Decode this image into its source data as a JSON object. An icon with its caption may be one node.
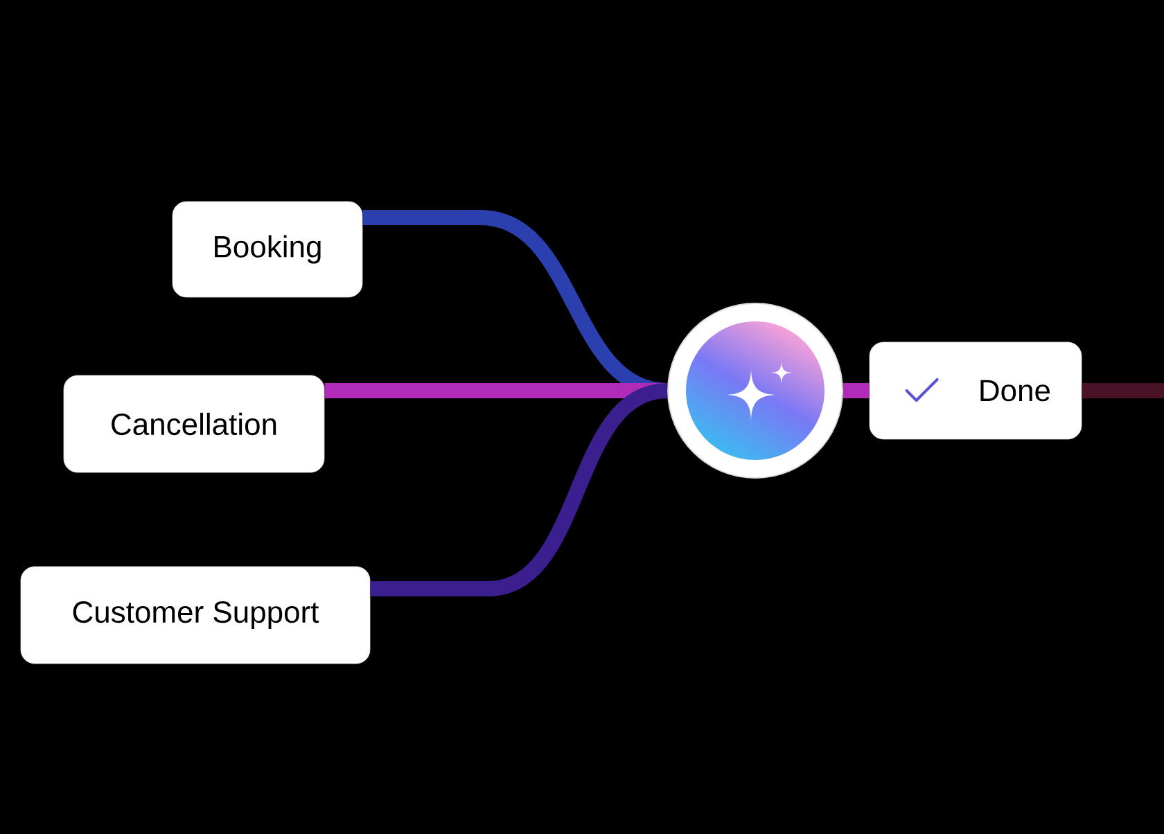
{
  "diagram": {
    "nodes": [
      {
        "text": [
          "Booking"
        ]
      },
      {
        "text": [
          "Cancellation"
        ]
      },
      {
        "text": [
          "Customer Support"
        ]
      },
      {
        "text": [],
        "shape": "circle"
      },
      {
        "text": [
          "Done"
        ]
      }
    ],
    "edges": [
      {
        "from": 0,
        "to": 3,
        "arrow": "none",
        "color": "#2b3fae"
      },
      {
        "from": 1,
        "to": 3,
        "arrow": "none",
        "color": "#b02cb8"
      },
      {
        "from": 2,
        "to": 3,
        "arrow": "none",
        "color": "#3b1f8e"
      },
      {
        "from": 3,
        "to": 4,
        "arrow": "none",
        "color": "#b02cb8"
      },
      {
        "from": 4,
        "to": null,
        "arrow": "none",
        "color": "#4a1226"
      }
    ]
  }
}
